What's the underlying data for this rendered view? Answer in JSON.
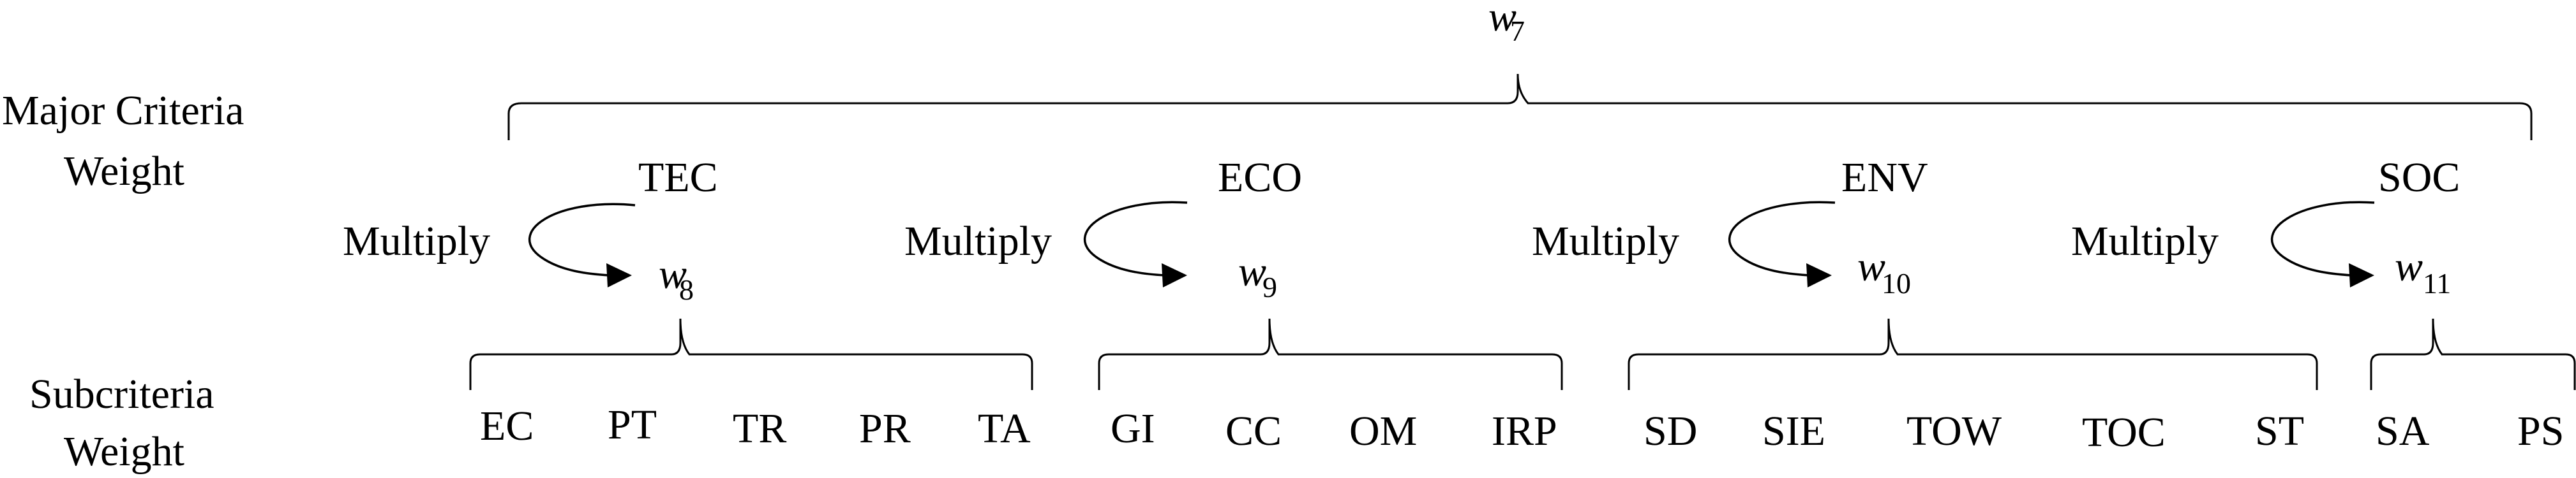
{
  "top_weight": {
    "symbol": "w",
    "subscript": "7"
  },
  "row_labels": {
    "major_line1": "Major Criteria",
    "major_line2": "Weight",
    "sub_line1": "Subcriteria",
    "sub_line2": "Weight"
  },
  "groups": [
    {
      "criterion": "TEC",
      "action": "Multiply",
      "weight": {
        "symbol": "w",
        "subscript": "8"
      },
      "subcriteria": [
        "EC",
        "PT",
        "TR",
        "PR",
        "TA"
      ]
    },
    {
      "criterion": "ECO",
      "action": "Multiply",
      "weight": {
        "symbol": "w",
        "subscript": "9"
      },
      "subcriteria": [
        "GI",
        "CC",
        "OM",
        "IRP"
      ]
    },
    {
      "criterion": "ENV",
      "action": "Multiply",
      "weight": {
        "symbol": "w",
        "subscript": "10"
      },
      "subcriteria": [
        "SD",
        "SIE",
        "TOW",
        "TOC",
        "ST"
      ]
    },
    {
      "criterion": "SOC",
      "action": "Multiply",
      "weight": {
        "symbol": "w",
        "subscript": "11"
      },
      "subcriteria": [
        "SA",
        "PS"
      ]
    }
  ]
}
